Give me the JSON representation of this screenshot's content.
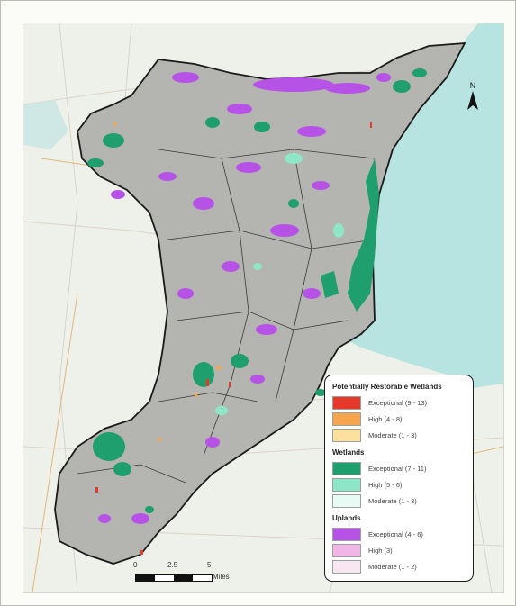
{
  "legend": {
    "section1": {
      "title": "Potentially Restorable Wetlands",
      "items": [
        {
          "label": "Exceptional (9 - 13)",
          "color": "#e4392b"
        },
        {
          "label": "High (4 - 8)",
          "color": "#f5a54e"
        },
        {
          "label": "Moderate (1 - 3)",
          "color": "#fbe09e"
        }
      ]
    },
    "section2": {
      "title": "Wetlands",
      "items": [
        {
          "label": "Exceptional (7 - 11)",
          "color": "#1f9e6e"
        },
        {
          "label": "High (5 - 6)",
          "color": "#8ee6c8"
        },
        {
          "label": "Moderate (1 - 3)",
          "color": "#e7faf4"
        }
      ]
    },
    "section3": {
      "title": "Uplands",
      "items": [
        {
          "label": "Exceptional (4 - 6)",
          "color": "#b653e6"
        },
        {
          "label": "High (3)",
          "color": "#f0b6e6"
        },
        {
          "label": "Moderate (1 - 2)",
          "color": "#f9e6f3"
        }
      ]
    }
  },
  "scalebar": {
    "ticks": [
      "0",
      "2.5",
      "5"
    ],
    "unit": "Miles"
  },
  "north_arrow": {
    "label": "N"
  },
  "colors": {
    "water": "#b7e3e1",
    "study_area": "#b4b4b0",
    "basemap": "#eef0ea"
  }
}
